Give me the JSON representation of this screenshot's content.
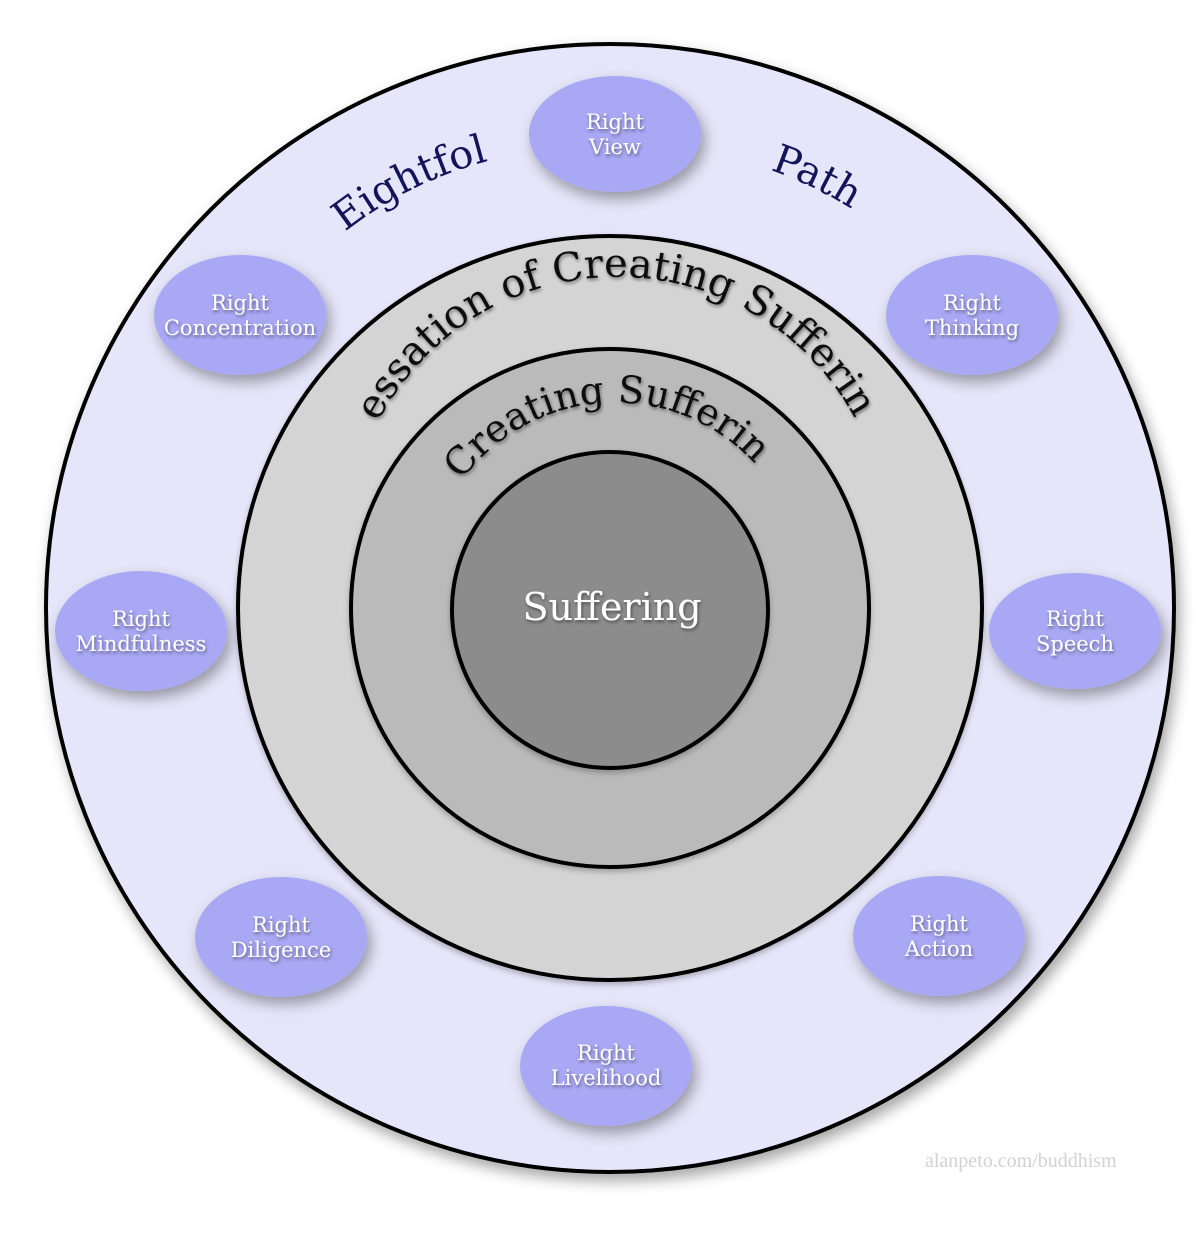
{
  "rings": {
    "outer_label_left": "Eightfold",
    "outer_label_right": "Path",
    "cessation_label": "Cessation of Creating Suffering",
    "creating_label": "Creating Suffering",
    "center_label": "Suffering"
  },
  "path_items": [
    {
      "line1": "Right",
      "line2": "View"
    },
    {
      "line1": "Right",
      "line2": "Thinking"
    },
    {
      "line1": "Right",
      "line2": "Speech"
    },
    {
      "line1": "Right",
      "line2": "Action"
    },
    {
      "line1": "Right",
      "line2": "Livelihood"
    },
    {
      "line1": "Right",
      "line2": "Diligence"
    },
    {
      "line1": "Right",
      "line2": "Mindfulness"
    },
    {
      "line1": "Right",
      "line2": "Concentration"
    }
  ],
  "watermark": "alanpeto.com/buddhism",
  "colors": {
    "outer_ring": "#e6e6fa",
    "cessation_ring": "#d4d4d4",
    "creating_ring": "#bababa",
    "center": "#8c8c8c",
    "ellipse_fill": "#a8a8f4",
    "ring_stroke": "#000000"
  }
}
